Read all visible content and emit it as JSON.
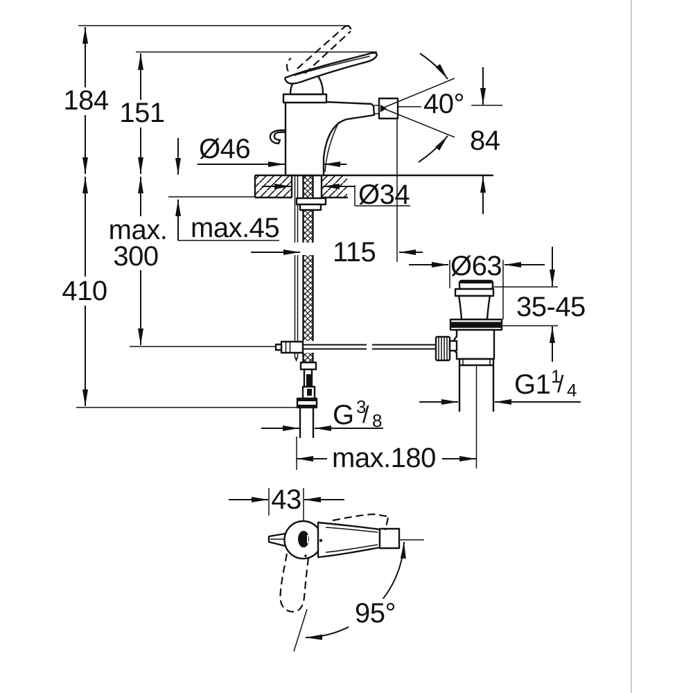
{
  "drawing": {
    "accent_color": "#111111",
    "background_color": "#ffffff",
    "dimensions": {
      "overall_height": "184",
      "spout_tip_height": "151",
      "body_diameter": "Ø46",
      "spout_angle": "40°",
      "spout_outlet_height": "84",
      "hole_diameter": "Ø34",
      "deck_thickness_max": "max.45",
      "rod_depth_line1": "max.",
      "rod_depth_line2": "300",
      "hose_depth": "410",
      "spout_reach": "115",
      "waste_flange_diameter": "Ø63",
      "waste_deck_range": "35-45",
      "waste_thread": {
        "prefix": "G1",
        "numerator": "1",
        "slash": "/",
        "denominator": "4"
      },
      "supply_thread": {
        "prefix": "G",
        "numerator": "3",
        "slash": "/",
        "denominator": "8"
      },
      "waste_distance_max": "max.180",
      "handle_offset": "43",
      "handle_swivel_angle": "95°"
    }
  }
}
